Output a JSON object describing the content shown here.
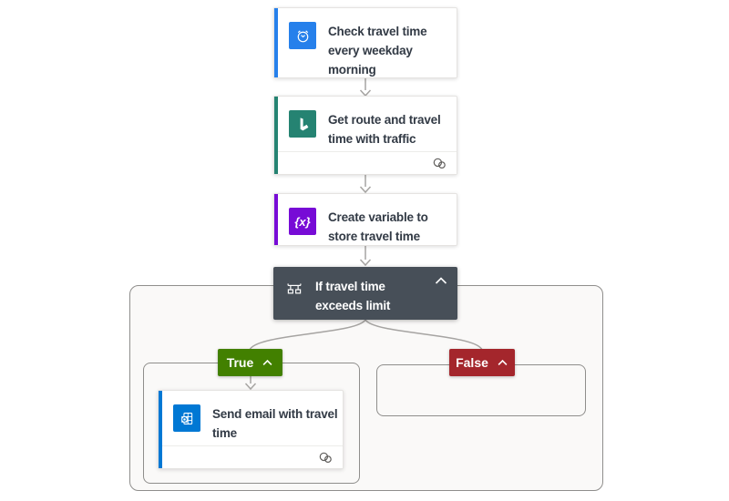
{
  "page": {
    "background": "#ffffff"
  },
  "steps": {
    "recurrence": {
      "title": "Check travel time every weekday morning",
      "title_lines": [
        "Check travel time",
        "every weekday",
        "morning"
      ],
      "color": "#2680EB",
      "icon": "clock-icon"
    },
    "bing": {
      "title": "Get route and travel time with traffic",
      "title_lines": [
        "Get route and travel",
        "time with traffic"
      ],
      "color": "#258372",
      "icon": "bing-b-icon",
      "footer_icon": "connection-link-icon"
    },
    "variable": {
      "title": "Create variable to store travel time",
      "title_lines": [
        "Create variable to",
        "store travel time"
      ],
      "color": "#770BD6",
      "icon": "curly-braces-x-icon",
      "icon_text": "{x}"
    },
    "send_email": {
      "title": "Send email with travel time",
      "title_lines": [
        "Send email with travel",
        "time"
      ],
      "color": "#0078D4",
      "icon": "outlook-icon",
      "footer_icon": "connection-link-icon"
    }
  },
  "condition": {
    "title": "If travel time exceeds limit",
    "title_lines": [
      "If travel time",
      "exceeds limit"
    ],
    "background": "#474F58",
    "icon": "condition-branch-icon",
    "collapse_icon": "chevron-up-icon"
  },
  "branches": {
    "true_label": "True",
    "true_color": "#428000",
    "false_label": "False",
    "false_color": "#A4262C",
    "collapse_icon": "chevron-up-icon"
  },
  "colors": {
    "connector": "#A6A4A2",
    "scope_background": "#FAF9F8",
    "scope_border": "#8F8E8C",
    "card_text": "#323A45",
    "card_background": "#FFFFFF"
  }
}
